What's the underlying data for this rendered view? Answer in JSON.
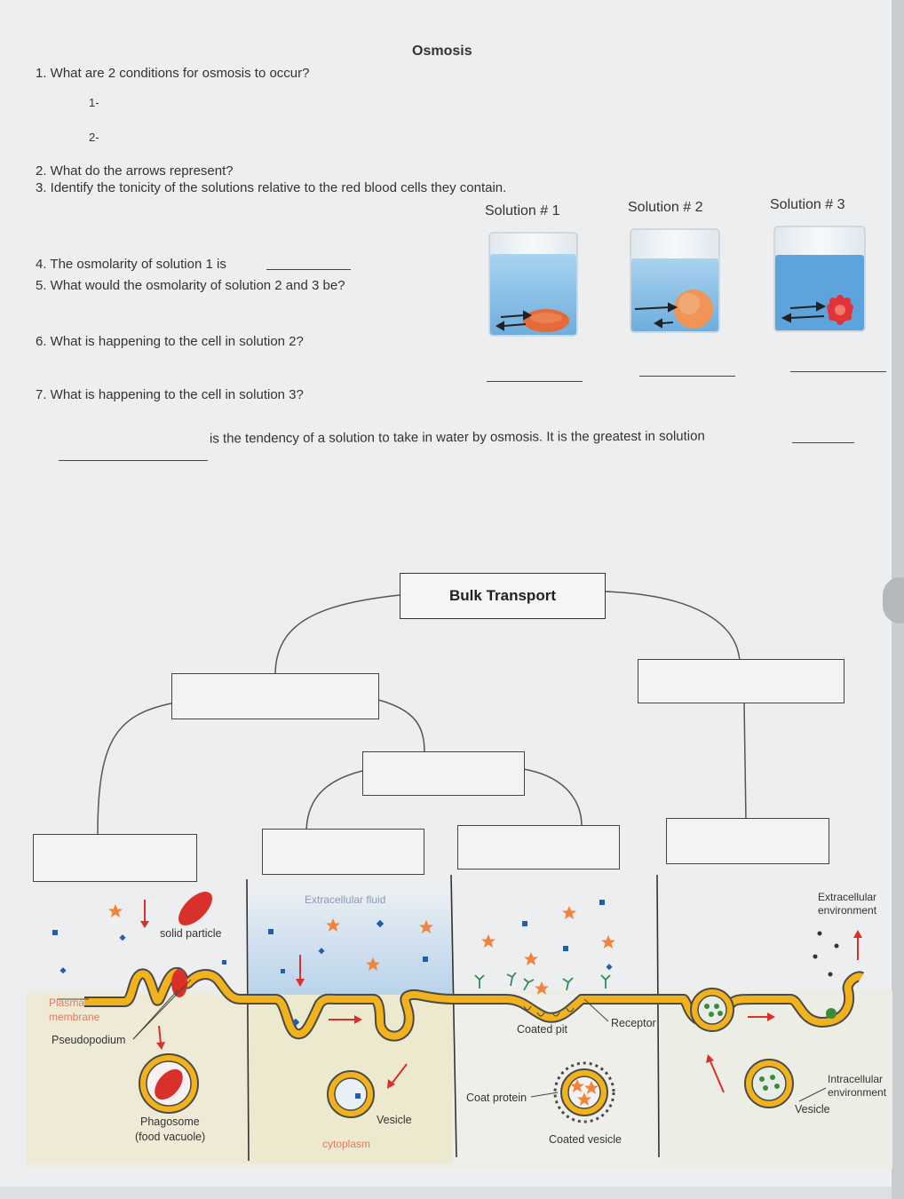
{
  "title": "Osmosis",
  "questions": {
    "q1": "1. What are 2 conditions for osmosis to occur?",
    "q1_a": "1-",
    "q1_b": "2-",
    "q2": "2. What do the arrows represent?",
    "q3": "3. Identify the tonicity of the solutions relative to the red blood cells they contain.",
    "q4": "4. The osmolarity of solution 1 is",
    "q5": "5. What would the osmolarity of solution 2 and 3 be?",
    "q6": "6. What is happening to the cell in solution 2?",
    "q7": "7. What is happening to the cell in solution 3?",
    "tendency": "is the tendency of a solution to take in water by osmosis. It is the greatest in solution"
  },
  "solutions": [
    "Solution # 1",
    "Solution # 2",
    "Solution # 3"
  ],
  "bulk": {
    "title": "Bulk Transport"
  },
  "diagram_labels": {
    "solid_particle": "solid particle",
    "plasma_membrane_1": "Plasma",
    "plasma_membrane_2": "membrane",
    "pseudopodium": "Pseudopodium",
    "phagosome_1": "Phagosome",
    "phagosome_2": "(food vacuole)",
    "extracellular_fluid": "Extracellular fluid",
    "vesicle_mid": "Vesicle",
    "cytoplasm": "cytoplasm",
    "coated_pit": "Coated pit",
    "receptor": "Receptor",
    "coat_protein": "Coat protein",
    "coated_vesicle": "Coated vesicle",
    "extracellular_env_1": "Extracellular",
    "extracellular_env_2": "environment",
    "intracellular_env_1": "Intracellular",
    "intracellular_env_2": "environment",
    "vesicle_right": "Vesicle"
  },
  "colors": {
    "membrane": "#f2b21b",
    "membrane_outline": "#4a4a4a",
    "cell_red": "#d9302a",
    "water_blue": "#8ec3e6",
    "star_orange": "#f0843c",
    "particle_blue": "#1e5fb0",
    "vesicle_green": "#3c8a3a"
  }
}
